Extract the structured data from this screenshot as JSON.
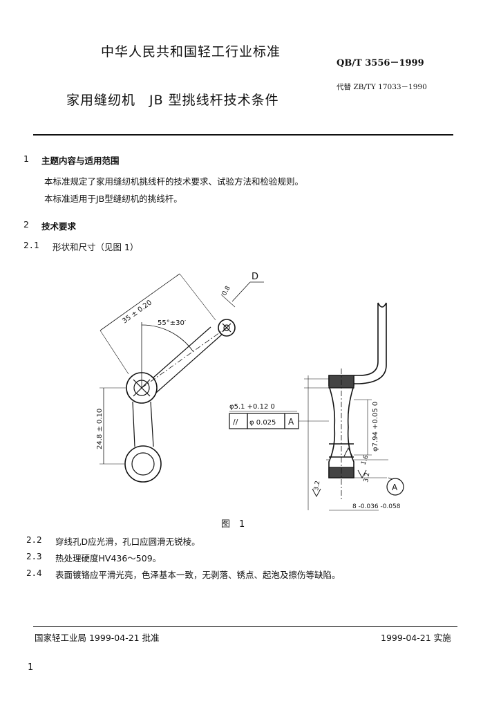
{
  "header": {
    "industry_standard": "中华人民共和国轻工行业标准",
    "standard_number": "QB/T 3556－1999",
    "title": "家用缝纫机　JB 型挑线杆技术条件",
    "replaces": "代替 ZB/TY 17033－1990"
  },
  "sections": {
    "s1": {
      "num": "1",
      "heading": "主题内容与适用范围",
      "p1": "本标准规定了家用缝纫机挑线杆的技术要求、试验方法和检验规则。",
      "p2": "本标准适用于JB型缝纫机的挑线杆。"
    },
    "s2": {
      "num": "2",
      "heading": "技术要求"
    },
    "s2_1": {
      "num": "2.1",
      "text": "形状和尺寸（见图 1）"
    },
    "s2_2": {
      "num": "2.2",
      "text": "穿线孔D应光滑，孔口应圆滑无锐棱。"
    },
    "s2_3": {
      "num": "2.3",
      "text": "热处理硬度HV436～509。"
    },
    "s2_4": {
      "num": "2.4",
      "text": "表面镀铬应平滑光亮，色泽基本一致，无剥落、锈点、起泡及擦伤等缺陷。"
    }
  },
  "figure": {
    "caption": "图　1",
    "dim_length": "35 ± 0.20",
    "dim_angle": "55°±30′",
    "dim_hole": "0.8",
    "label_d": "D",
    "dim_height": "24.8 ± 0.10",
    "dim_bore": "φ5.1 +0.12 0",
    "tolerance_symbol": "//",
    "tolerance_value": "φ 0.025",
    "datum": "A",
    "dim_dia": "φ7.94 +0.05 0",
    "dim_15": "1.6",
    "dim_32": "3.2",
    "dim_thick": "8 -0.036 -0.058",
    "roughness_left": "3.2",
    "datum_circle": "A"
  },
  "footer": {
    "approved": "国家轻工业局 1999-04-21 批准",
    "implemented": "1999-04-21 实施",
    "page_number": "1"
  }
}
